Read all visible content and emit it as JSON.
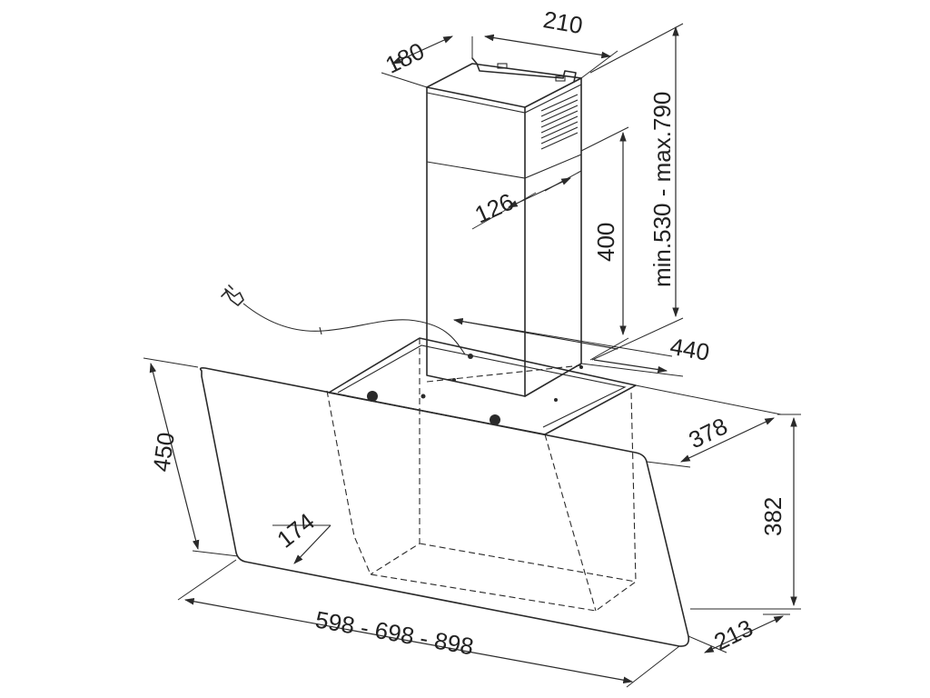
{
  "dimensions": {
    "chimney_depth": "180",
    "chimney_width": "210",
    "chimney_height_range": "min.530 - max.790",
    "upper_chimney_offset": "126",
    "upper_chimney_height": "400",
    "mount_plate_depth": "440",
    "canopy_depth": "378",
    "canopy_height": "382",
    "glass_height": "450",
    "front_inset": "174",
    "width_options": "598 - 698 - 898",
    "bottom_depth": "213"
  }
}
